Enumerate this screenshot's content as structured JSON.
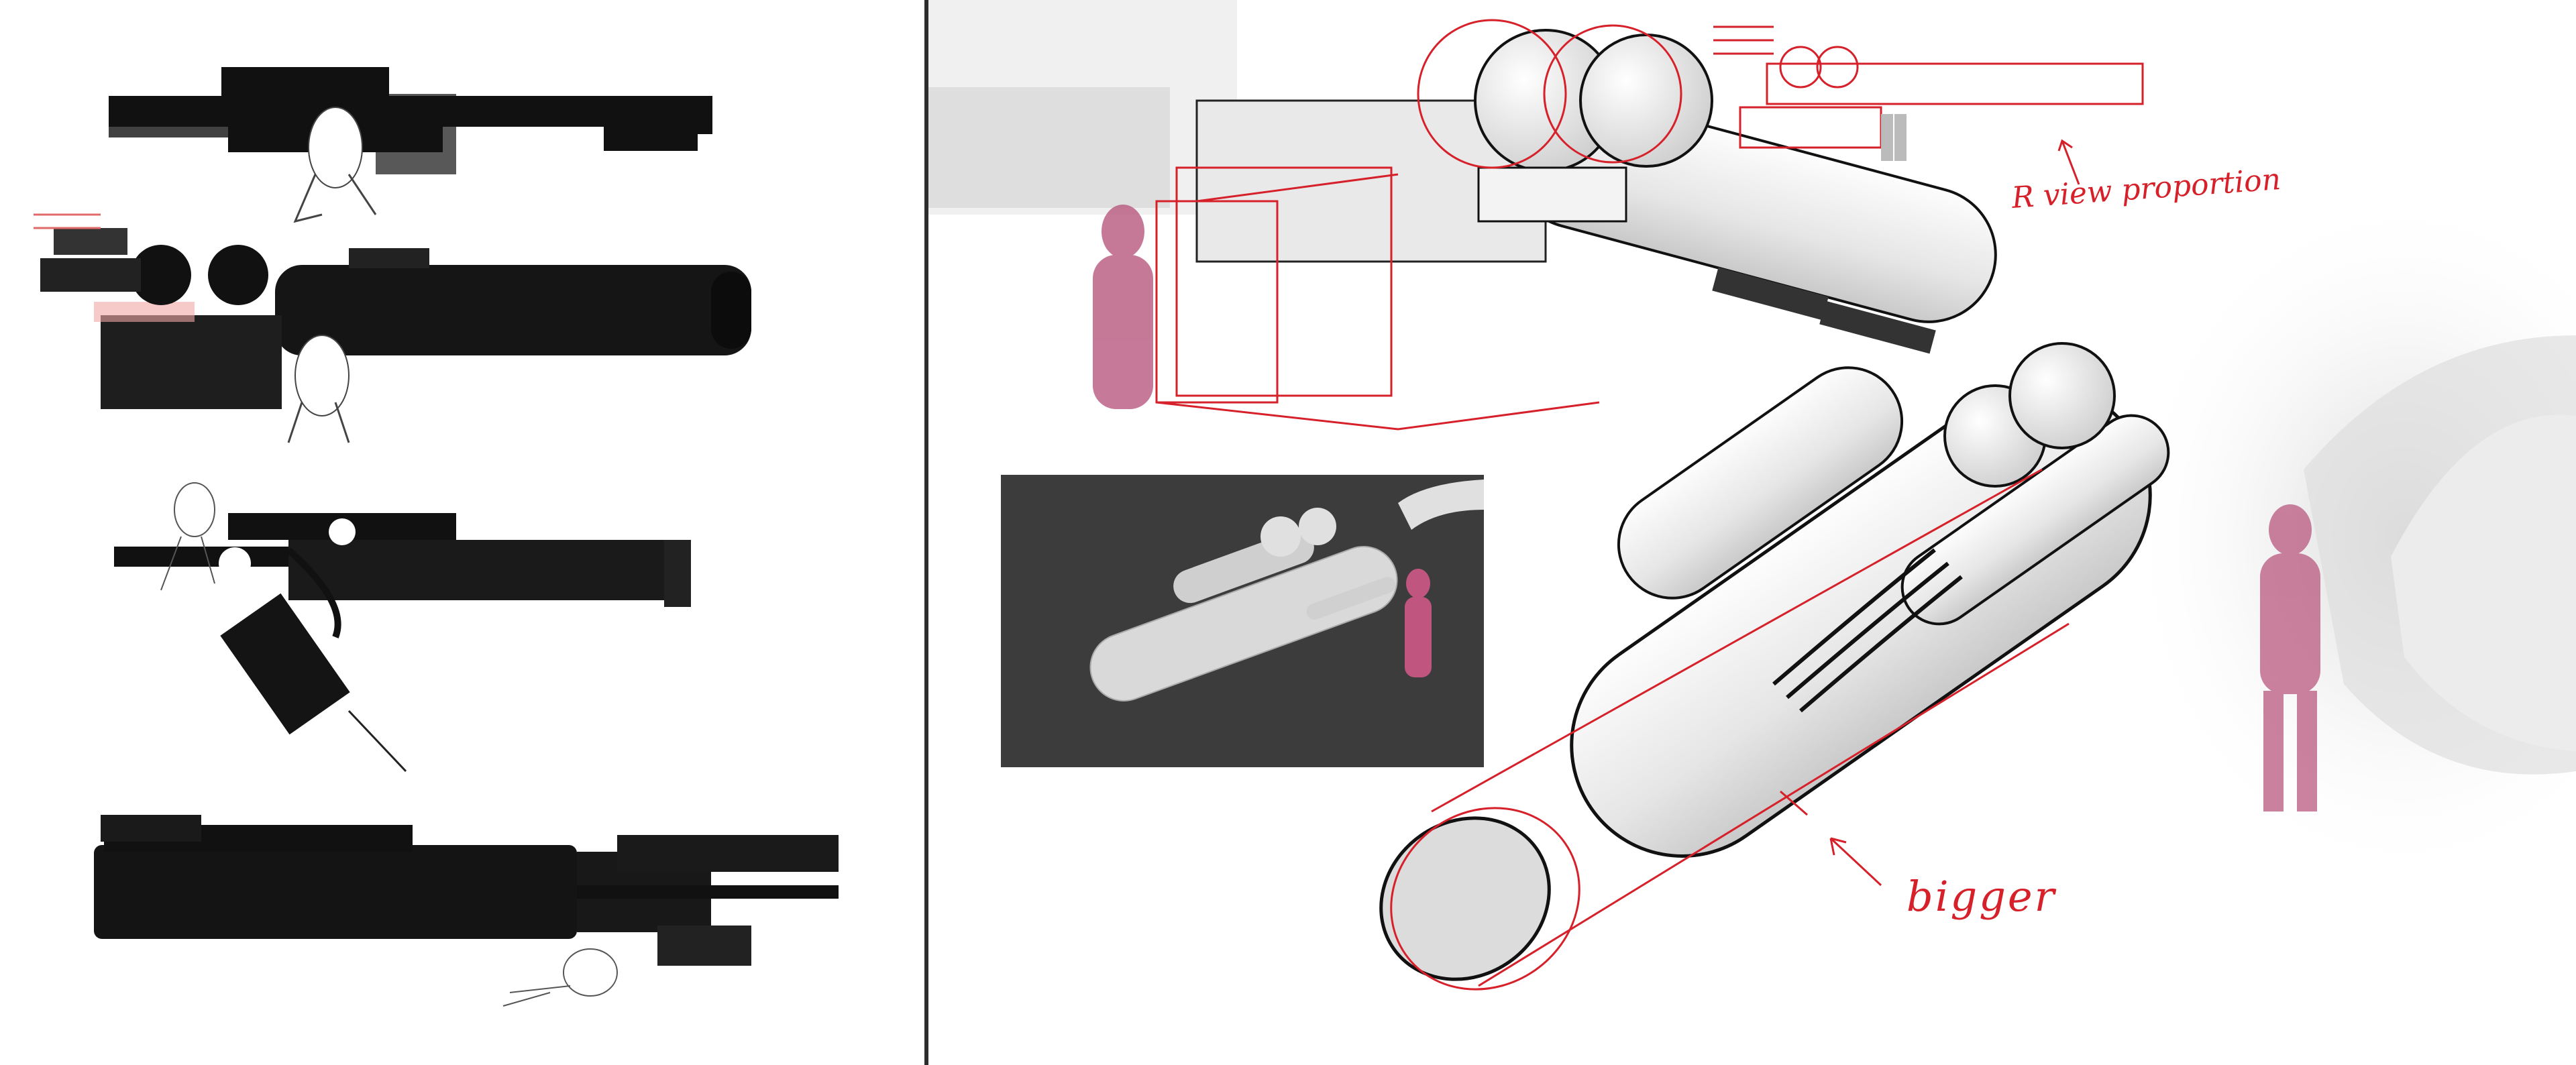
{
  "canvas": {
    "background": "#ffffff",
    "divider_color": "#2d2d2d"
  },
  "colors": {
    "ink": "#111111",
    "hull_light": "#eeeeee",
    "hull_mid": "#d4d4d4",
    "red_line": "#d6202a",
    "figure_pink": "#b8587e",
    "inset_bg": "#3c3c3c"
  },
  "left_panel": {
    "description_icons": [
      "silhouette-thumbnail",
      "silhouette-thumbnail",
      "silhouette-thumbnail",
      "silhouette-thumbnail"
    ]
  },
  "annotations": {
    "proportion_note": "R view proportion",
    "bigger_note": "bigger"
  }
}
